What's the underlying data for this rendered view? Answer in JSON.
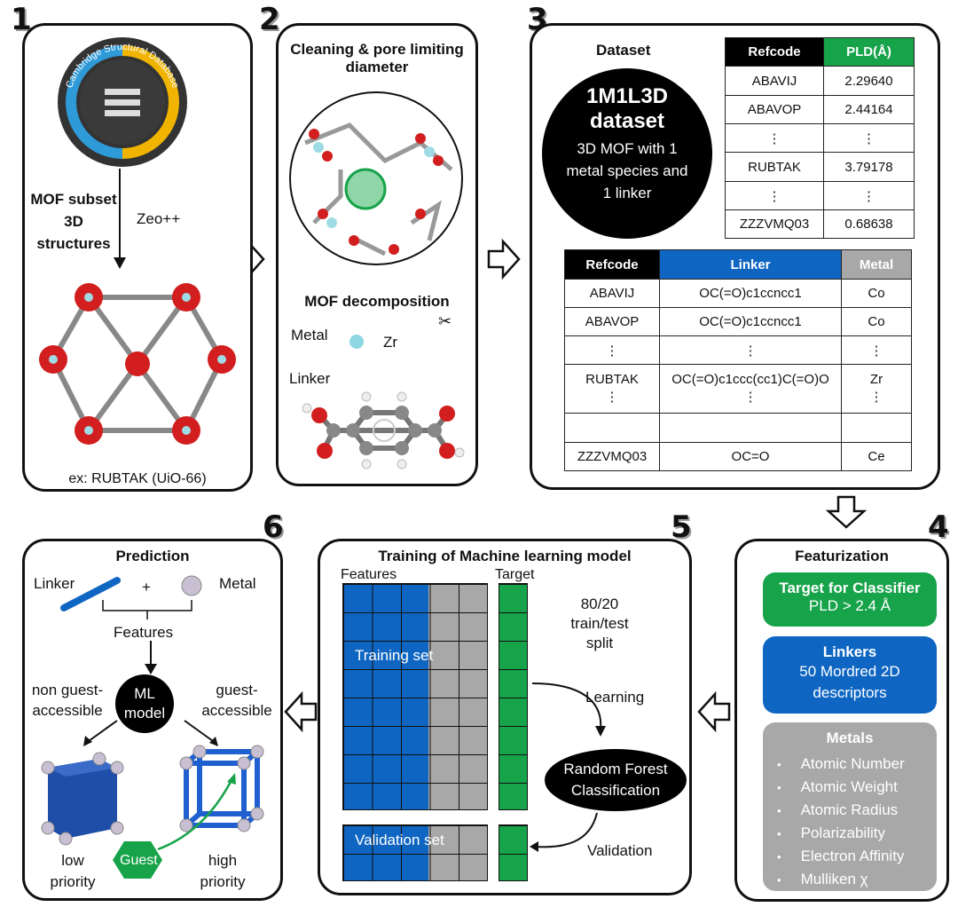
{
  "numbers": {
    "p1": "1",
    "p2": "2",
    "p3": "3",
    "p4": "4",
    "p5": "5",
    "p6": "6"
  },
  "panel1": {
    "csd_text": "Cambridge Structural Database",
    "subset_label": [
      "MOF subset",
      "3D",
      "structures"
    ],
    "tool": "Zeo++",
    "example": "ex: RUBTAK (UiO-66)"
  },
  "panel2": {
    "title": "Cleaning & pore limiting diameter",
    "decomp_title": "MOF decomposition",
    "metal_label": "Metal",
    "metal_value": "Zr",
    "linker_label": "Linker"
  },
  "panel3": {
    "dataset_title": "Dataset",
    "circle_title": "1M1L3D dataset",
    "circle_sub": "3D MOF with 1 metal species and 1 linker",
    "pld_table": {
      "headers": [
        "Refcode",
        "PLD(Å)"
      ],
      "rows": [
        [
          "ABAVIJ",
          "2.29640"
        ],
        [
          "ABAVOP",
          "2.44164"
        ],
        [
          "⋮",
          "⋮"
        ],
        [
          "RUBTAK",
          "3.79178"
        ],
        [
          "⋮",
          "⋮"
        ],
        [
          "ZZZVMQ03",
          "0.68638"
        ]
      ]
    },
    "linker_table": {
      "headers": [
        "Refcode",
        "Linker",
        "Metal"
      ],
      "rows": [
        [
          "ABAVIJ",
          "OC(=O)c1ccncc1",
          "Co"
        ],
        [
          "ABAVOP",
          "OC(=O)c1ccncc1",
          "Co"
        ],
        [
          "⋮",
          "⋮",
          "⋮"
        ],
        [
          "RUBTAK\n⋮",
          "OC(=O)c1ccc(cc1)C(=O)O\n⋮",
          "Zr\n⋮"
        ],
        [
          "",
          "",
          ""
        ],
        [
          "ZZZVMQ03",
          "OC=O",
          "Ce"
        ]
      ]
    }
  },
  "panel4": {
    "title": "Featurization",
    "target_head": "Target for Classifier",
    "target_sub": "PLD > 2.4 Å",
    "linkers_head": "Linkers",
    "linkers_sub": "50 Mordred 2D descriptors",
    "metals_head": "Metals",
    "metals_items": [
      "Atomic Number",
      "Atomic Weight",
      "Atomic Radius",
      "Polarizability",
      "Electron Affinity",
      "Mulliken χ"
    ]
  },
  "panel5": {
    "title": "Training of Machine learning model",
    "features": "Features",
    "target": "Target",
    "split": "80/20 train/test split",
    "training_set": "Training set",
    "validation_set": "Validation set",
    "learning": "Learning",
    "validation": "Validation",
    "rf": "Random Forest Classification"
  },
  "panel6": {
    "title": "Prediction",
    "linker": "Linker",
    "plus": "+",
    "metal": "Metal",
    "features": "Features",
    "non_guest": "non guest-accessible",
    "guest": "guest-accessible",
    "ml": "ML model",
    "low": "low priority",
    "high": "high priority",
    "guest_hex": "Guest"
  },
  "colors": {
    "blue": "#0f66c2",
    "green": "#17a34a",
    "gray": "#a8a8a8",
    "black": "#000000",
    "yellow": "#f0b400",
    "cyan": "#2f9ad8"
  }
}
